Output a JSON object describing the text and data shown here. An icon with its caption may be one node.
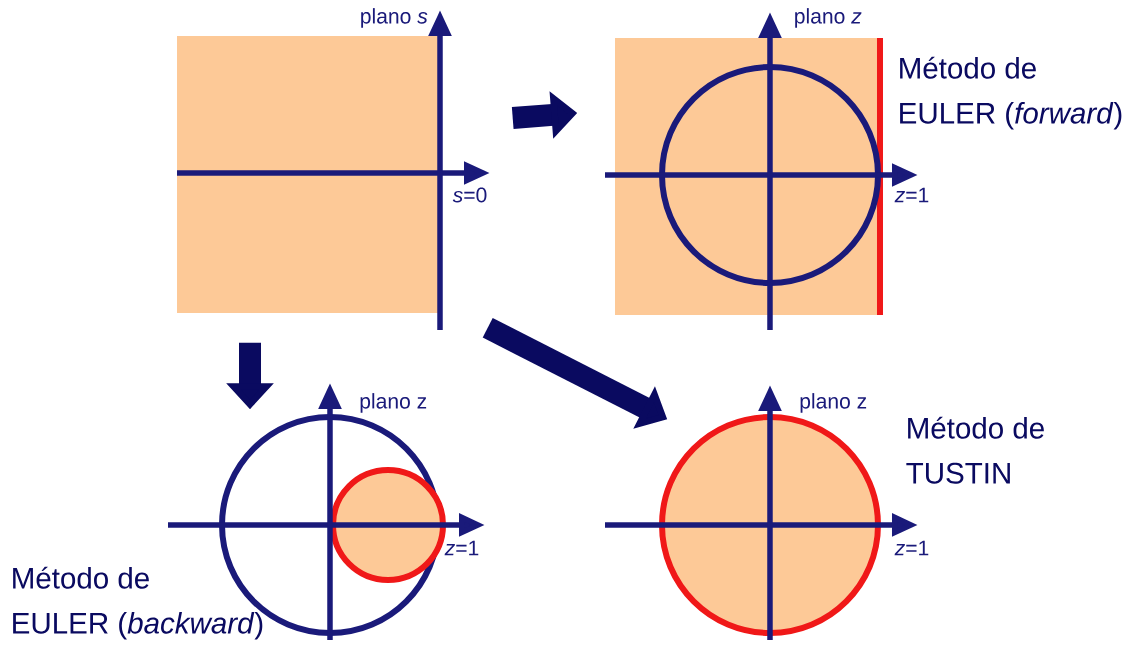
{
  "diagram": {
    "nodes": [
      {
        "text": [
          "plano *s*",
          "*s*=0"
        ]
      },
      {
        "text": [
          "plano *z*",
          "*z*=1"
        ],
        "beside": [
          "Método de EULER (*forward*)"
        ]
      },
      {
        "text": [
          "plano z",
          "*z*=1"
        ],
        "beside": [
          "Método de EULER (*backward*)"
        ]
      },
      {
        "text": [
          "plano z",
          "*z*=1"
        ],
        "beside": [
          "Método de TUSTIN"
        ]
      }
    ],
    "edges": [
      {
        "from": 0,
        "to": 1,
        "arrow": "to"
      },
      {
        "from": 0,
        "to": 2,
        "arrow": "to"
      },
      {
        "from": 0,
        "to": 3,
        "arrow": "to"
      }
    ]
  }
}
